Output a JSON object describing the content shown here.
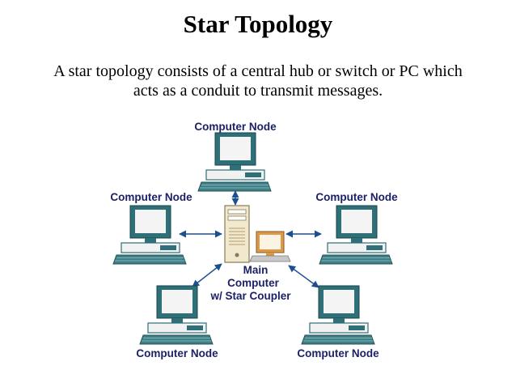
{
  "page": {
    "title": "Star Topology",
    "description_line1": "A star topology consists of a central hub or switch or PC which",
    "description_line2": "acts as a conduit  to transmit messages."
  },
  "diagram": {
    "center": {
      "label_line1": "Main",
      "label_line2": "Computer",
      "label_line3": "w/ Star Coupler",
      "icon": "server-tower-icon"
    },
    "nodes": [
      {
        "id": "top",
        "label": "Computer Node",
        "icon": "desktop-computer-icon"
      },
      {
        "id": "left",
        "label": "Computer Node",
        "icon": "desktop-computer-icon"
      },
      {
        "id": "right",
        "label": "Computer Node",
        "icon": "desktop-computer-icon"
      },
      {
        "id": "bottom-left",
        "label": "Computer Node",
        "icon": "desktop-computer-icon"
      },
      {
        "id": "bottom-right",
        "label": "Computer Node",
        "icon": "desktop-computer-icon"
      }
    ],
    "colors": {
      "node_monitor_frame": "#2f6f78",
      "node_screen": "#f4f4f4",
      "node_keyboard": "#3f7f86",
      "center_tower": "#f1e8d0",
      "center_monitor": "#d99a4a",
      "connector": "#1b4f8f",
      "label": "#1b1f66"
    }
  }
}
